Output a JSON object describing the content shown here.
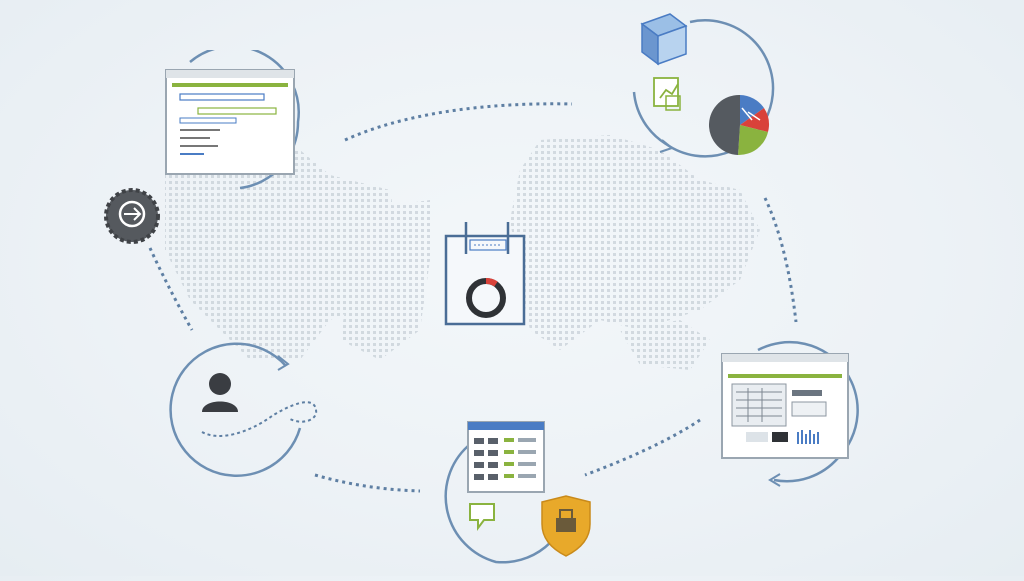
{
  "diagram": {
    "nodes": [
      {
        "id": "document-window",
        "icon": "document-window-icon"
      },
      {
        "id": "analytics",
        "icons": [
          "cube-icon",
          "clipboard-chart-icon",
          "pie-chart-icon"
        ]
      },
      {
        "id": "report-window",
        "icon": "report-window-icon"
      },
      {
        "id": "spreadsheet-window",
        "icons": [
          "spreadsheet-window-icon",
          "chat-icon",
          "shield-icon"
        ]
      },
      {
        "id": "user",
        "icon": "user-icon"
      },
      {
        "id": "badge",
        "icon": "gear-badge-icon"
      },
      {
        "id": "center",
        "icon": "central-device-icon"
      }
    ],
    "colors": {
      "ring": "#6d8fb3",
      "dash": "#5e7fa3",
      "accent_green": "#8ab33f",
      "accent_blue": "#4a7cc4",
      "accent_red": "#d9423a",
      "shield": "#e8a92a",
      "pie_dark": "#555a60"
    }
  }
}
